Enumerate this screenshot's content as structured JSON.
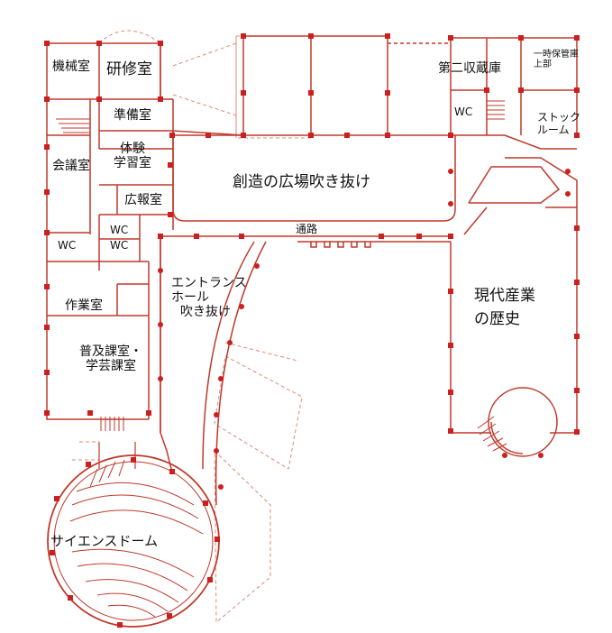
{
  "colors": {
    "wall": "#c0392b",
    "column": "#cc1f1f",
    "dashed": "#d98b7a",
    "background": "#ffffff"
  },
  "rooms": {
    "machine_room": "機械室",
    "training_room": "研修室",
    "prep_room": "準備室",
    "meeting_room": "会議室",
    "experience_line1": "体験",
    "experience_line2": "学習室",
    "pr_room": "広報室",
    "wc_left": "WC",
    "wc_mid1": "WC",
    "wc_mid2": "WC",
    "wc_storage": "WC",
    "work_room": "作業室",
    "outreach_line1": "普及課室・",
    "outreach_line2": "学芸課室",
    "creation_atrium": "創造の広場吹き抜け",
    "corridor": "通路",
    "storage2": "第二収蔵庫",
    "temp_storage_line1": "一時保管庫",
    "temp_storage_line2": "上部",
    "stock_room_line1": "ストック",
    "stock_room_line2": "ルーム",
    "entrance_line1": "エントランス",
    "entrance_line2": "ホール",
    "entrance_line3": "吹き抜け",
    "modern_line1": "現代産業",
    "modern_line2": "の歴史",
    "science_dome": "サイエンスドーム"
  }
}
